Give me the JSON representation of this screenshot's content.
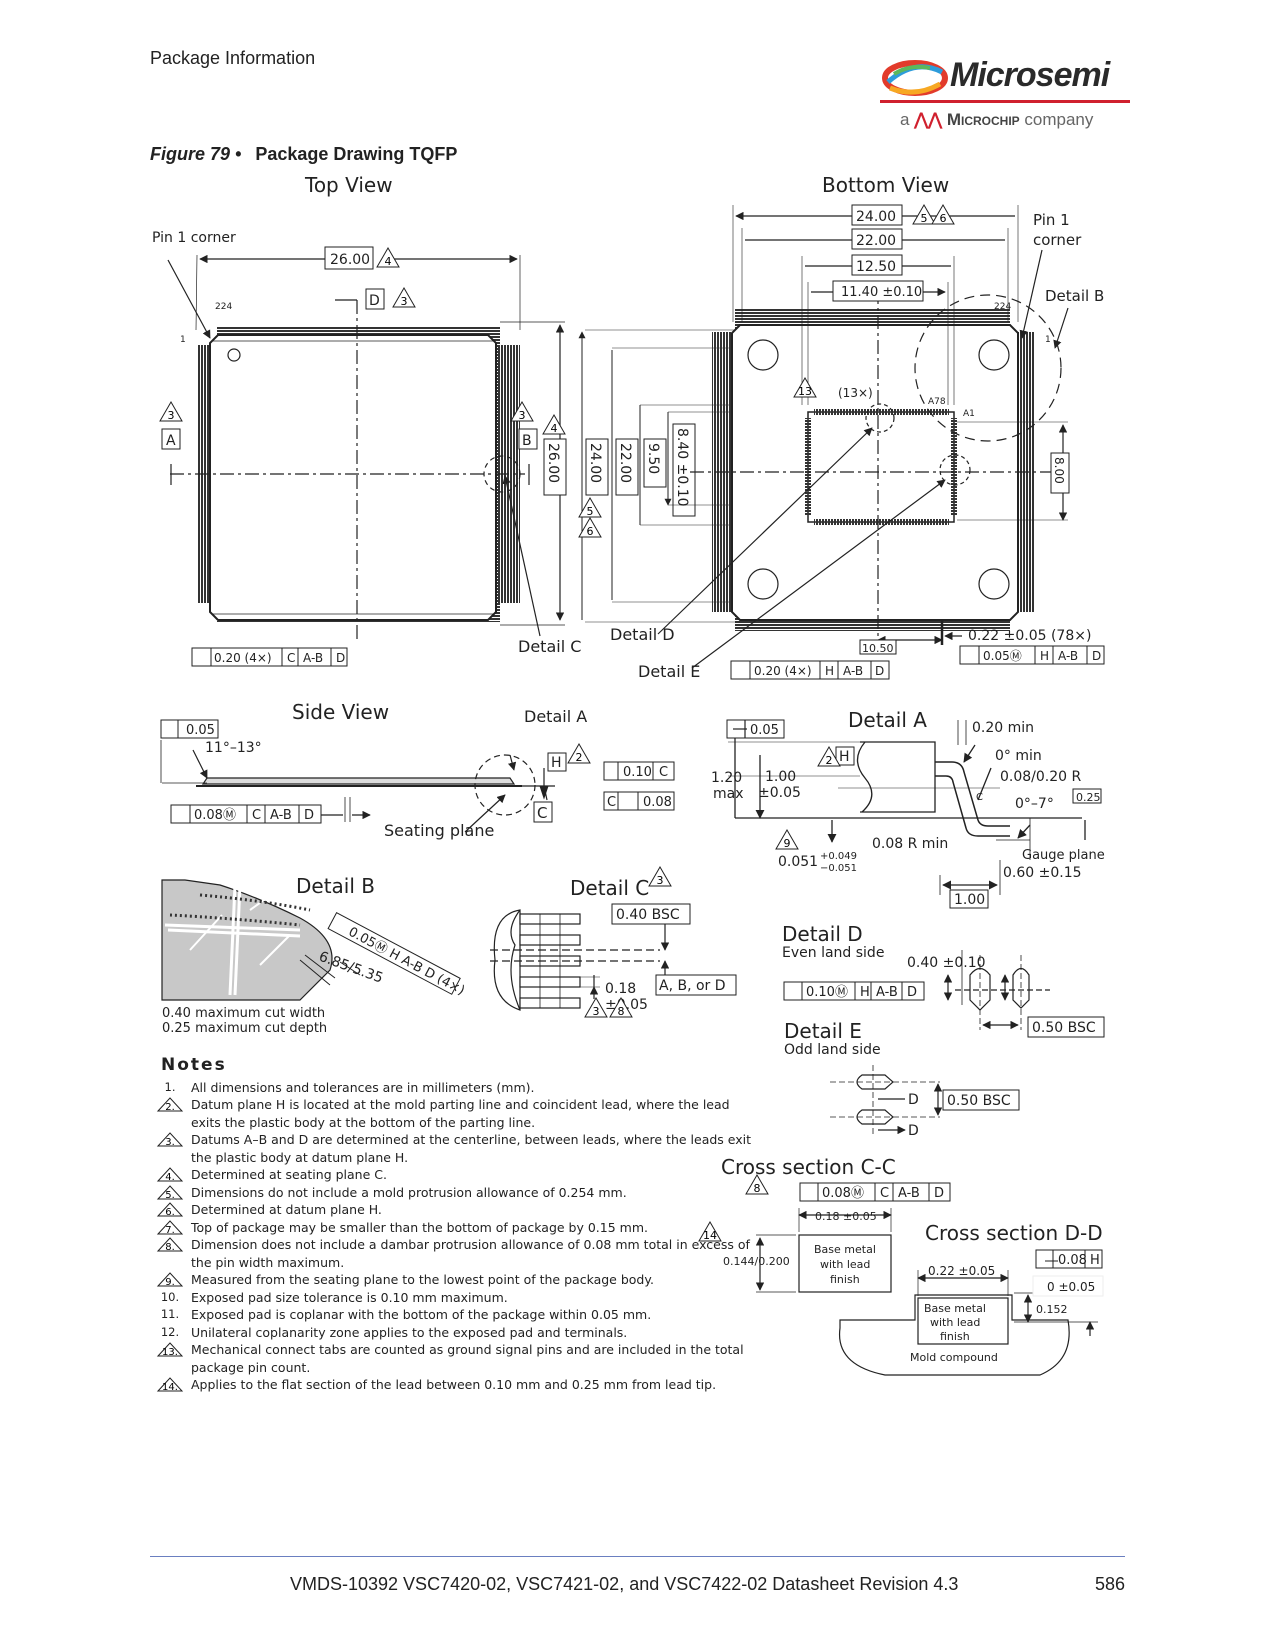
{
  "header": {
    "section": "Package Information"
  },
  "logo": {
    "brand": "Microsemi",
    "sub_a": "a",
    "sub_brand": "Microchip",
    "sub_company": "company"
  },
  "figure": {
    "label": "Figure 79 •",
    "title": "Package Drawing TQFP"
  },
  "views": {
    "top_view": "Top View",
    "bottom_view": "Bottom View",
    "side_view": "Side View",
    "detail_a": "Detail A",
    "detail_b": "Detail B",
    "detail_c": "Detail C",
    "detail_d": "Detail D",
    "detail_d_sub": "Even land side",
    "detail_e": "Detail E",
    "detail_e_sub": "Odd land side",
    "cross_cc": "Cross section C-C",
    "cross_dd": "Cross section D-D"
  },
  "top": {
    "pin1": "Pin 1 corner",
    "dim_26": "26.00",
    "pin224": "224",
    "pin1_num": "1",
    "datum_d": "D",
    "datum_a": "A",
    "datum_b": "B",
    "dim_26v": "26.00",
    "dim_24v": "24.00",
    "dim_22v": "22.00",
    "dim_950": "9.50",
    "dim_840": "8.40 ±0.10",
    "detail_c_lbl": "Detail C",
    "detail_d_lbl": "Detail D",
    "detail_e_lbl": "Detail E",
    "fcf1": [
      "0.20 (4×)",
      "C",
      "A-B",
      "D"
    ]
  },
  "bottom": {
    "d24": "24.00",
    "d22": "22.00",
    "d1250": "12.50",
    "d1140": "11.40 ±0.10",
    "pin1": "Pin 1",
    "corner": "corner",
    "detail_b_lbl": "Detail B",
    "n224": "224",
    "n1": "1",
    "a78": "A78",
    "a1": "A1",
    "tabs": "(13×)",
    "d800": "8.00",
    "d1050": "10.50",
    "lead": "0.22 ±0.05 (78×)",
    "fcf1": [
      "0.20 (4×)",
      "H",
      "A-B",
      "D"
    ],
    "fcf2": [
      "0.05Ⓜ",
      "H",
      "A-B",
      "D"
    ]
  },
  "side": {
    "flat": "0.05",
    "angle": "11°–13°",
    "h": "H",
    "par": "0.10",
    "parref": "C",
    "c1": "C",
    "prof": "0.08",
    "c": "C",
    "seating": "Seating plane",
    "fcf": [
      "0.08Ⓜ",
      "C",
      "A-B",
      "D"
    ],
    "detail_a_lbl": "Detail A"
  },
  "detail_a": {
    "straight": "0.05",
    "h": "H",
    "d120": "1.20",
    "max": "max",
    "d100": "1.00",
    "pm005": "±0.05",
    "min020": "0.20 min",
    "zero_min": "0° min",
    "rad": "0.08/0.20 R",
    "ang": "0°–7°",
    "box025": "0.25",
    "c": "C",
    "r008": "0.08 R min",
    "gauge": "Gauge plane",
    "d060": "0.60 ±0.15",
    "d1": "1.00",
    "d0051": "0.051",
    "tol_up": "+0.049",
    "tol_dn": "−0.051"
  },
  "detail_b": {
    "fcf": "0.05Ⓜ H A-B D (4×)",
    "d685": "6.85/5.35",
    "cut_w": "0.40 maximum cut width",
    "cut_d": "0.25 maximum cut depth"
  },
  "detail_c": {
    "bsc": "0.40 BSC",
    "ref": "A, B, or D",
    "d018": "0.18",
    "pm005": "±0.05"
  },
  "detail_d": {
    "d040": "0.40 ±0.10",
    "fcf": [
      "0.10Ⓜ",
      "H",
      "A-B",
      "D"
    ],
    "bsc": "0.50 BSC"
  },
  "detail_e": {
    "bsc": "0.50 BSC",
    "d": "D"
  },
  "cross_cc": {
    "fcf": [
      "0.08Ⓜ",
      "C",
      "A-B",
      "D"
    ],
    "w": "0.18 ±0.05",
    "t": "0.144/0.200",
    "base1": "Base metal",
    "base2": "with lead",
    "base3": "finish"
  },
  "cross_dd": {
    "prof": "0.08",
    "h": "H",
    "w": "0.22 ±0.05",
    "z": "0 ±0.05",
    "t": "0.152",
    "base1": "Base metal",
    "base2": "with lead",
    "base3": "finish",
    "mold": "Mold compound"
  },
  "tri": {
    "t2": "2",
    "t3": "3",
    "t4": "4",
    "t5": "5",
    "t6": "6",
    "t8": "8",
    "t9": "9",
    "t13": "13",
    "t14": "14"
  },
  "notes": {
    "title": "Notes",
    "items": [
      {
        "n": "1.",
        "text": "All dimensions and tolerances are in millimeters (mm)."
      },
      {
        "n": "2.",
        "text": "Datum plane H is located at the mold parting line and coincident lead, where the lead exits the plastic body at the bottom of the parting line."
      },
      {
        "n": "3.",
        "text": "Datums A–B and D are determined at the centerline, between leads, where the leads exit the plastic body at datum plane H."
      },
      {
        "n": "4.",
        "text": "Determined at seating plane C."
      },
      {
        "n": "5.",
        "text": "Dimensions do not include a mold protrusion allowance of 0.254 mm."
      },
      {
        "n": "6.",
        "text": "Determined at datum plane H."
      },
      {
        "n": "7.",
        "text": "Top of package may be smaller than the bottom of package by 0.15 mm."
      },
      {
        "n": "8.",
        "text": "Dimension does not include a dambar protrusion allowance of 0.08 mm total in excess of the pin width maximum."
      },
      {
        "n": "9.",
        "text": "Measured from the seating plane to the lowest point of the package body."
      },
      {
        "n": "10.",
        "text": "Exposed pad size tolerance is 0.10 mm maximum."
      },
      {
        "n": "11.",
        "text": "Exposed pad is coplanar with the bottom of the package within 0.05 mm."
      },
      {
        "n": "12.",
        "text": "Unilateral coplanarity zone applies to the exposed pad and terminals."
      },
      {
        "n": "13.",
        "text": "Mechanical connect tabs are counted as ground signal pins and are included in the total package pin count."
      },
      {
        "n": "14.",
        "text": "Applies to the flat section of the lead between 0.10 mm and 0.25 mm from lead tip."
      }
    ]
  },
  "footer": {
    "title": "VMDS-10392 VSC7420-02, VSC7421-02, and VSC7422-02 Datasheet Revision 4.3",
    "page": "586"
  }
}
